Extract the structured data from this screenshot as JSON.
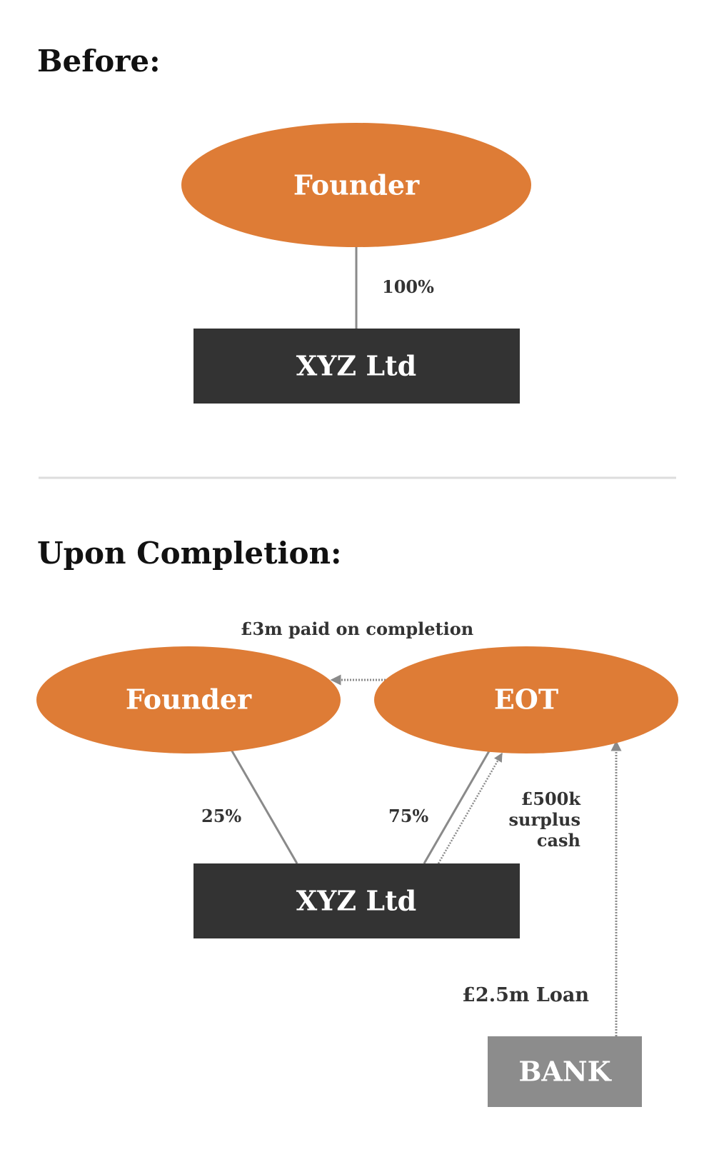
{
  "before": {
    "heading": "Before:",
    "founder": "Founder",
    "company": "XYZ Ltd",
    "ownership": "100%"
  },
  "after": {
    "heading": "Upon Completion:",
    "founder": "Founder",
    "eot": "EOT",
    "company": "XYZ Ltd",
    "bank": "BANK",
    "founder_ownership": "25%",
    "eot_ownership": "75%",
    "payment": "£3m paid on completion",
    "surplus_cash": [
      "£500k",
      "surplus",
      "cash"
    ],
    "loan": "£2.5m Loan"
  },
  "colors": {
    "orange": "#DE7C36",
    "dark": "#333333",
    "grey": "#8C8C8C",
    "line": "#8A8A8A",
    "divider": "#DDDDDD"
  }
}
